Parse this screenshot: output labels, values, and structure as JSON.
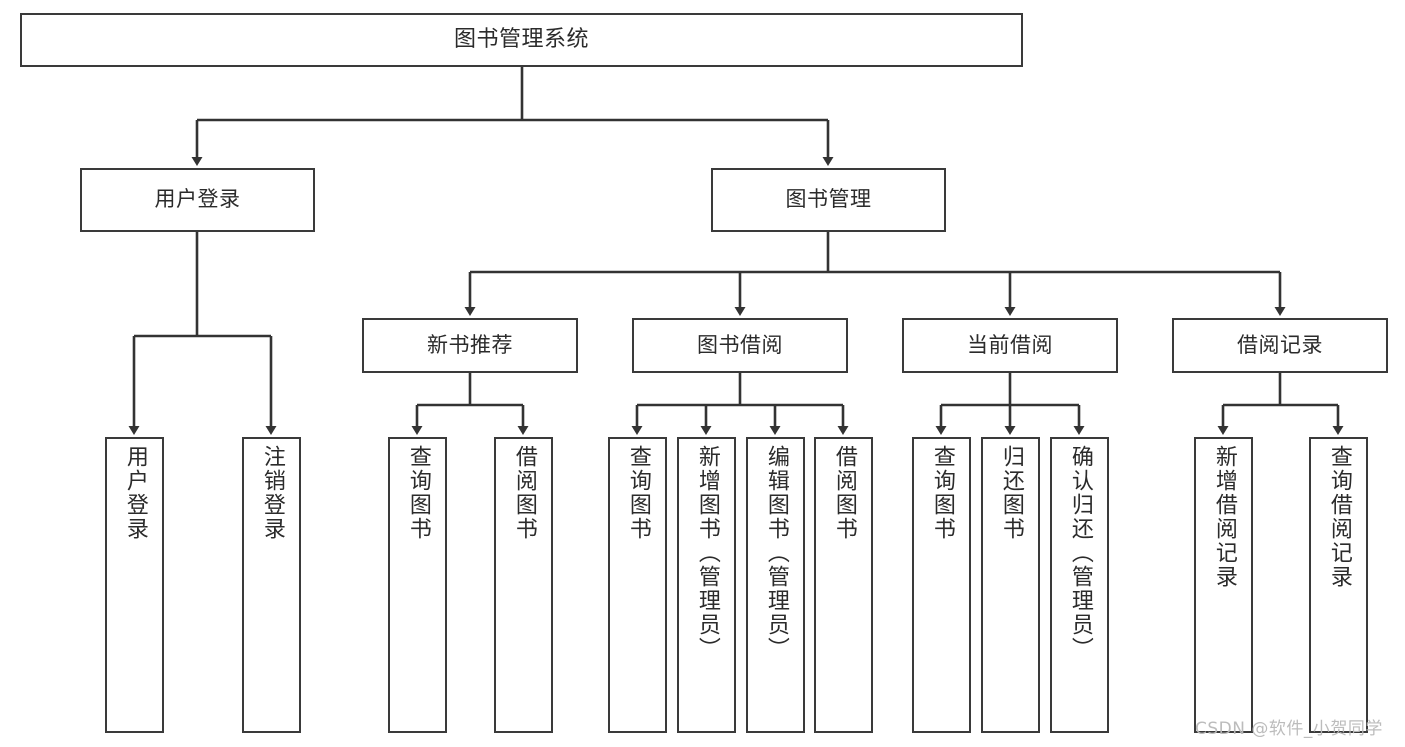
{
  "diagram": {
    "title": "图书管理系统",
    "type": "tree-hierarchy-chart",
    "orientation": "top-down",
    "colors": {
      "node_border": "#3a3a3a",
      "node_fill": "#ffffff",
      "edge": "#333333",
      "text": "#2b2b2b",
      "background": "#ffffff",
      "watermark": "#b9b9b9"
    },
    "root": {
      "label": "图书管理系统"
    },
    "level2": [
      {
        "id": "user-login",
        "label": "用户登录"
      },
      {
        "id": "book-management",
        "label": "图书管理"
      }
    ],
    "level3": [
      {
        "id": "new-book-recommend",
        "label": "新书推荐",
        "parent": "book-management"
      },
      {
        "id": "book-borrow",
        "label": "图书借阅",
        "parent": "book-management"
      },
      {
        "id": "current-borrow",
        "label": "当前借阅",
        "parent": "book-management"
      },
      {
        "id": "borrow-record",
        "label": "借阅记录",
        "parent": "book-management"
      }
    ],
    "leaves": [
      {
        "id": "leaf-user-login",
        "label": "用户登录",
        "parent": "user-login"
      },
      {
        "id": "leaf-logout-login",
        "label": "注销登录",
        "parent": "user-login"
      },
      {
        "id": "leaf-query-book-1",
        "label": "查询图书",
        "parent": "new-book-recommend"
      },
      {
        "id": "leaf-borrow-book-1",
        "label": "借阅图书",
        "parent": "new-book-recommend"
      },
      {
        "id": "leaf-query-book-2",
        "label": "查询图书",
        "parent": "book-borrow"
      },
      {
        "id": "leaf-add-book",
        "label": "新增图书（管理员）",
        "parent": "book-borrow"
      },
      {
        "id": "leaf-edit-book",
        "label": "编辑图书（管理员）",
        "parent": "book-borrow"
      },
      {
        "id": "leaf-borrow-book-2",
        "label": "借阅图书",
        "parent": "book-borrow"
      },
      {
        "id": "leaf-query-book-3",
        "label": "查询图书",
        "parent": "current-borrow"
      },
      {
        "id": "leaf-return-book",
        "label": "归还图书",
        "parent": "current-borrow"
      },
      {
        "id": "leaf-confirm-return",
        "label": "确认归还（管理员）",
        "parent": "current-borrow"
      },
      {
        "id": "leaf-add-record",
        "label": "新增借阅记录",
        "parent": "borrow-record"
      },
      {
        "id": "leaf-query-record",
        "label": "查询借阅记录",
        "parent": "borrow-record"
      }
    ],
    "watermark": "CSDN @软件_小贺同学"
  }
}
